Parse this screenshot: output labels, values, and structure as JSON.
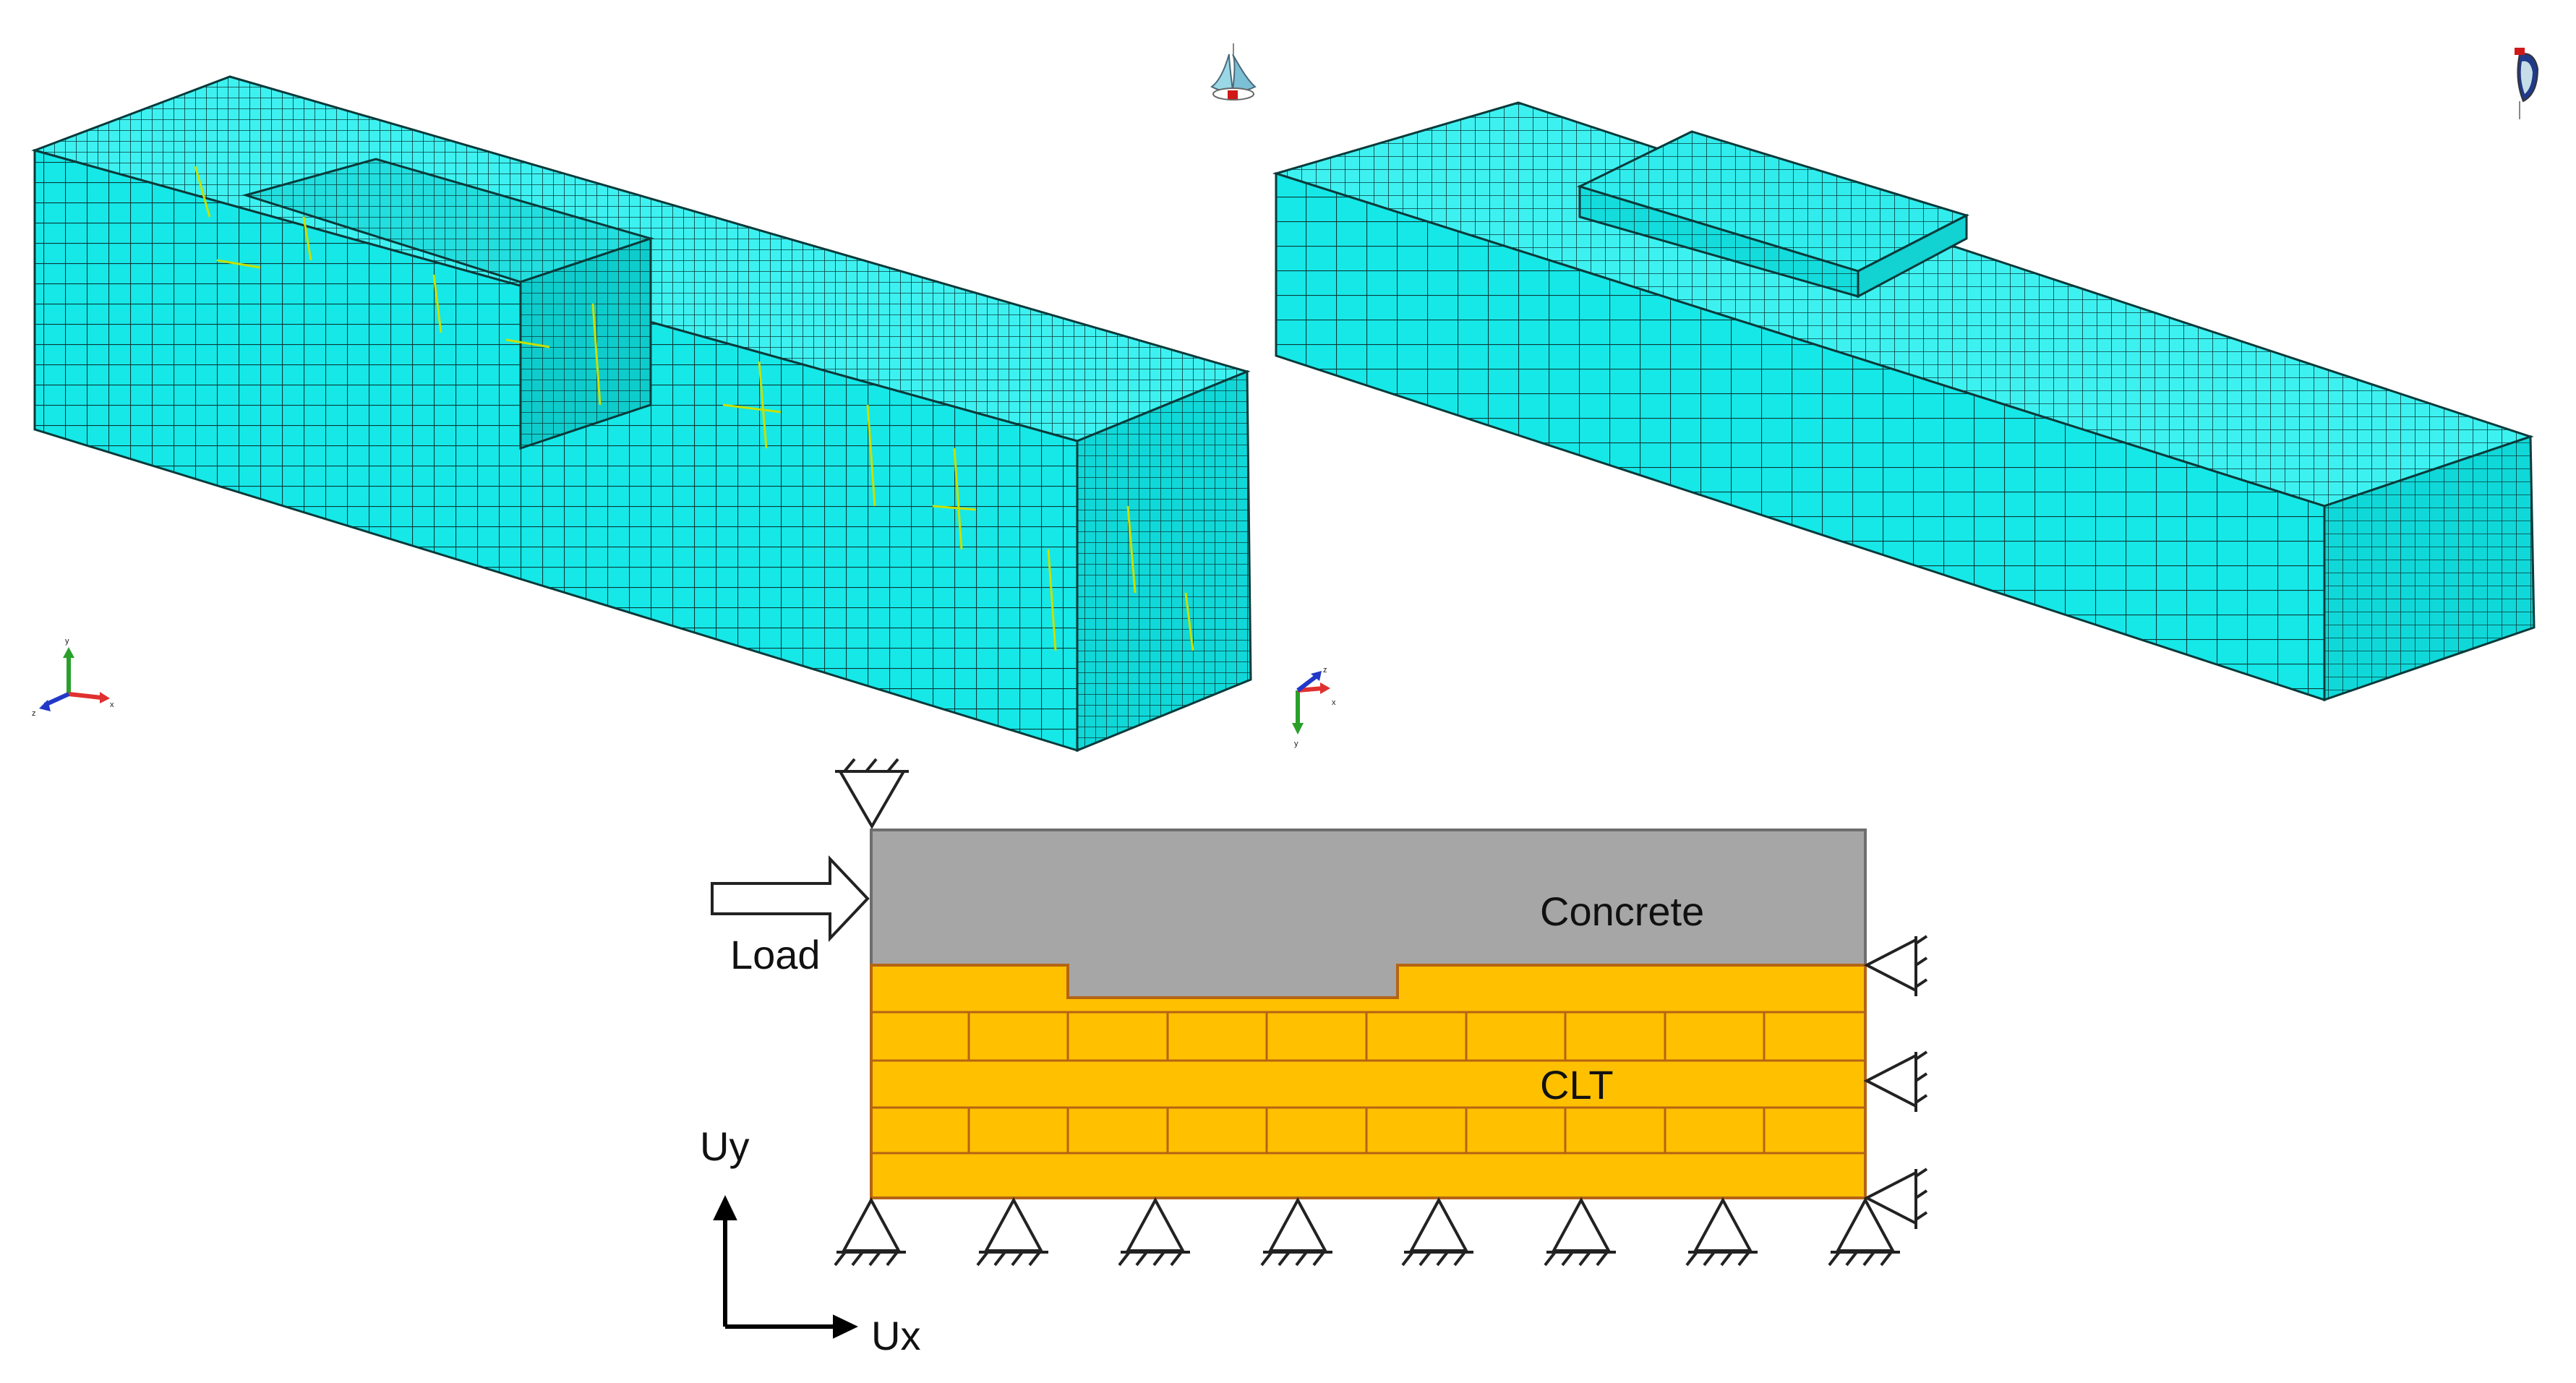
{
  "meshes": {
    "left": {
      "triad": {
        "x": "x",
        "y": "y",
        "z": "z"
      }
    },
    "right": {
      "triad": {
        "x": "x",
        "y": "y",
        "z": "z"
      }
    }
  },
  "schematic": {
    "load_label": "Load",
    "concrete_label": "Concrete",
    "clt_label": "CLT",
    "uy_label": "Uy",
    "ux_label": "Ux"
  },
  "colors": {
    "mesh_fill": "#16e8e8",
    "mesh_top": "#3ef1f1",
    "mesh_side": "#0fd6d6",
    "mesh_line": "#0b3a3a",
    "crack": "#c8e000",
    "concrete": "#a6a6a6",
    "clt": "#ffc000",
    "clt_line": "#b46414",
    "triad_x": "#e03030",
    "triad_y": "#2aa02a",
    "triad_z": "#2238c8"
  }
}
